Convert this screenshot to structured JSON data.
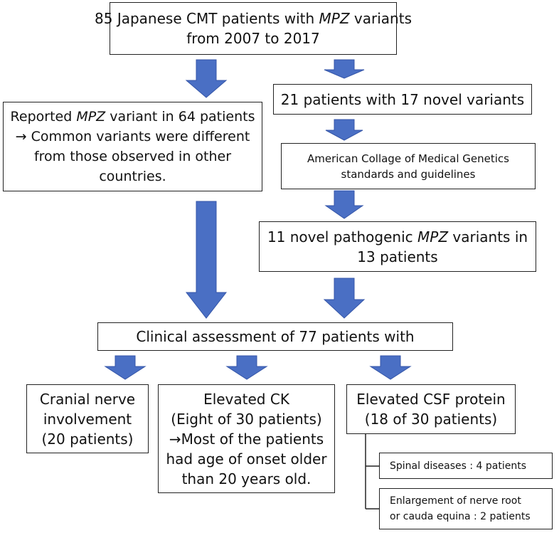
{
  "colors": {
    "arrow": "#4a6fc4",
    "arrow_edge": "#3556a8",
    "border": "#222222",
    "connector": "#222222"
  },
  "nodes": {
    "top": {
      "lines": [
        {
          "parts": [
            {
              "t": "85 Japanese CMT patients with "
            },
            {
              "t": "MPZ",
              "i": true
            },
            {
              "t": " variants"
            }
          ]
        },
        {
          "parts": [
            {
              "t": "from 2007 to 2017"
            }
          ]
        }
      ]
    },
    "novel": {
      "lines": [
        {
          "parts": [
            {
              "t": "21 patients with 17 novel variants"
            }
          ]
        }
      ]
    },
    "reported": {
      "lines": [
        {
          "parts": [
            {
              "t": "Reported "
            },
            {
              "t": "MPZ",
              "i": true
            },
            {
              "t": " variant in 64 patients"
            }
          ]
        },
        {
          "parts": [
            {
              "t": "→ Common variants were different"
            }
          ]
        },
        {
          "parts": [
            {
              "t": "from those observed in other"
            }
          ]
        },
        {
          "parts": [
            {
              "t": "countries."
            }
          ]
        }
      ]
    },
    "acmg": {
      "lines": [
        {
          "parts": [
            {
              "t": "American Collage of Medical Genetics"
            }
          ]
        },
        {
          "parts": [
            {
              "t": "standards and guidelines"
            }
          ]
        }
      ]
    },
    "pathogenic": {
      "lines": [
        {
          "parts": [
            {
              "t": "11 novel pathogenic "
            },
            {
              "t": "MPZ",
              "i": true
            },
            {
              "t": " variants in"
            }
          ]
        },
        {
          "parts": [
            {
              "t": "13 patients"
            }
          ]
        }
      ]
    },
    "clinical": {
      "lines": [
        {
          "parts": [
            {
              "t": "Clinical assessment of 77 patients with"
            }
          ]
        }
      ]
    },
    "cranial": {
      "lines": [
        {
          "parts": [
            {
              "t": "Cranial nerve"
            }
          ]
        },
        {
          "parts": [
            {
              "t": "involvement"
            }
          ]
        },
        {
          "parts": [
            {
              "t": "(20 patients)"
            }
          ]
        }
      ]
    },
    "ck": {
      "lines": [
        {
          "parts": [
            {
              "t": "Elevated CK"
            }
          ]
        },
        {
          "parts": [
            {
              "t": "(Eight of 30 patients)"
            }
          ]
        },
        {
          "parts": [
            {
              "t": "→Most of the patients"
            }
          ]
        },
        {
          "parts": [
            {
              "t": "had age of onset older"
            }
          ]
        },
        {
          "parts": [
            {
              "t": "than 20 years old."
            }
          ]
        }
      ]
    },
    "csf": {
      "lines": [
        {
          "parts": [
            {
              "t": "Elevated CSF protein"
            }
          ]
        },
        {
          "parts": [
            {
              "t": "(18 of 30 patients)"
            }
          ]
        }
      ]
    },
    "spinal": {
      "lines": [
        {
          "parts": [
            {
              "t": "Spinal diseases : 4 patients"
            }
          ]
        }
      ]
    },
    "enlarge": {
      "lines": [
        {
          "parts": [
            {
              "t": "Enlargement of nerve root"
            }
          ]
        },
        {
          "parts": [
            {
              "t": "or cauda equina : 2 patients"
            }
          ]
        }
      ]
    }
  }
}
